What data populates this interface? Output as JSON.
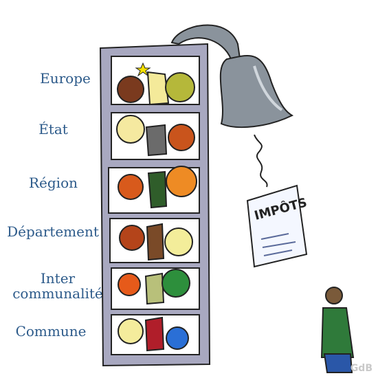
{
  "levels": [
    {
      "label": "Europe"
    },
    {
      "label": "État"
    },
    {
      "label": "Région"
    },
    {
      "label": "Département"
    },
    {
      "label": "Inter\ncommunalité"
    },
    {
      "label": "Commune"
    }
  ],
  "poster": {
    "text": "IMPÔTS"
  },
  "signature": "GdB",
  "colors": {
    "label": "#2c5a8a",
    "frame": "#a8a8c0",
    "lamp": "#8a939c",
    "person_coat": "#2f7a3a",
    "person_pants": "#2a57a8"
  }
}
